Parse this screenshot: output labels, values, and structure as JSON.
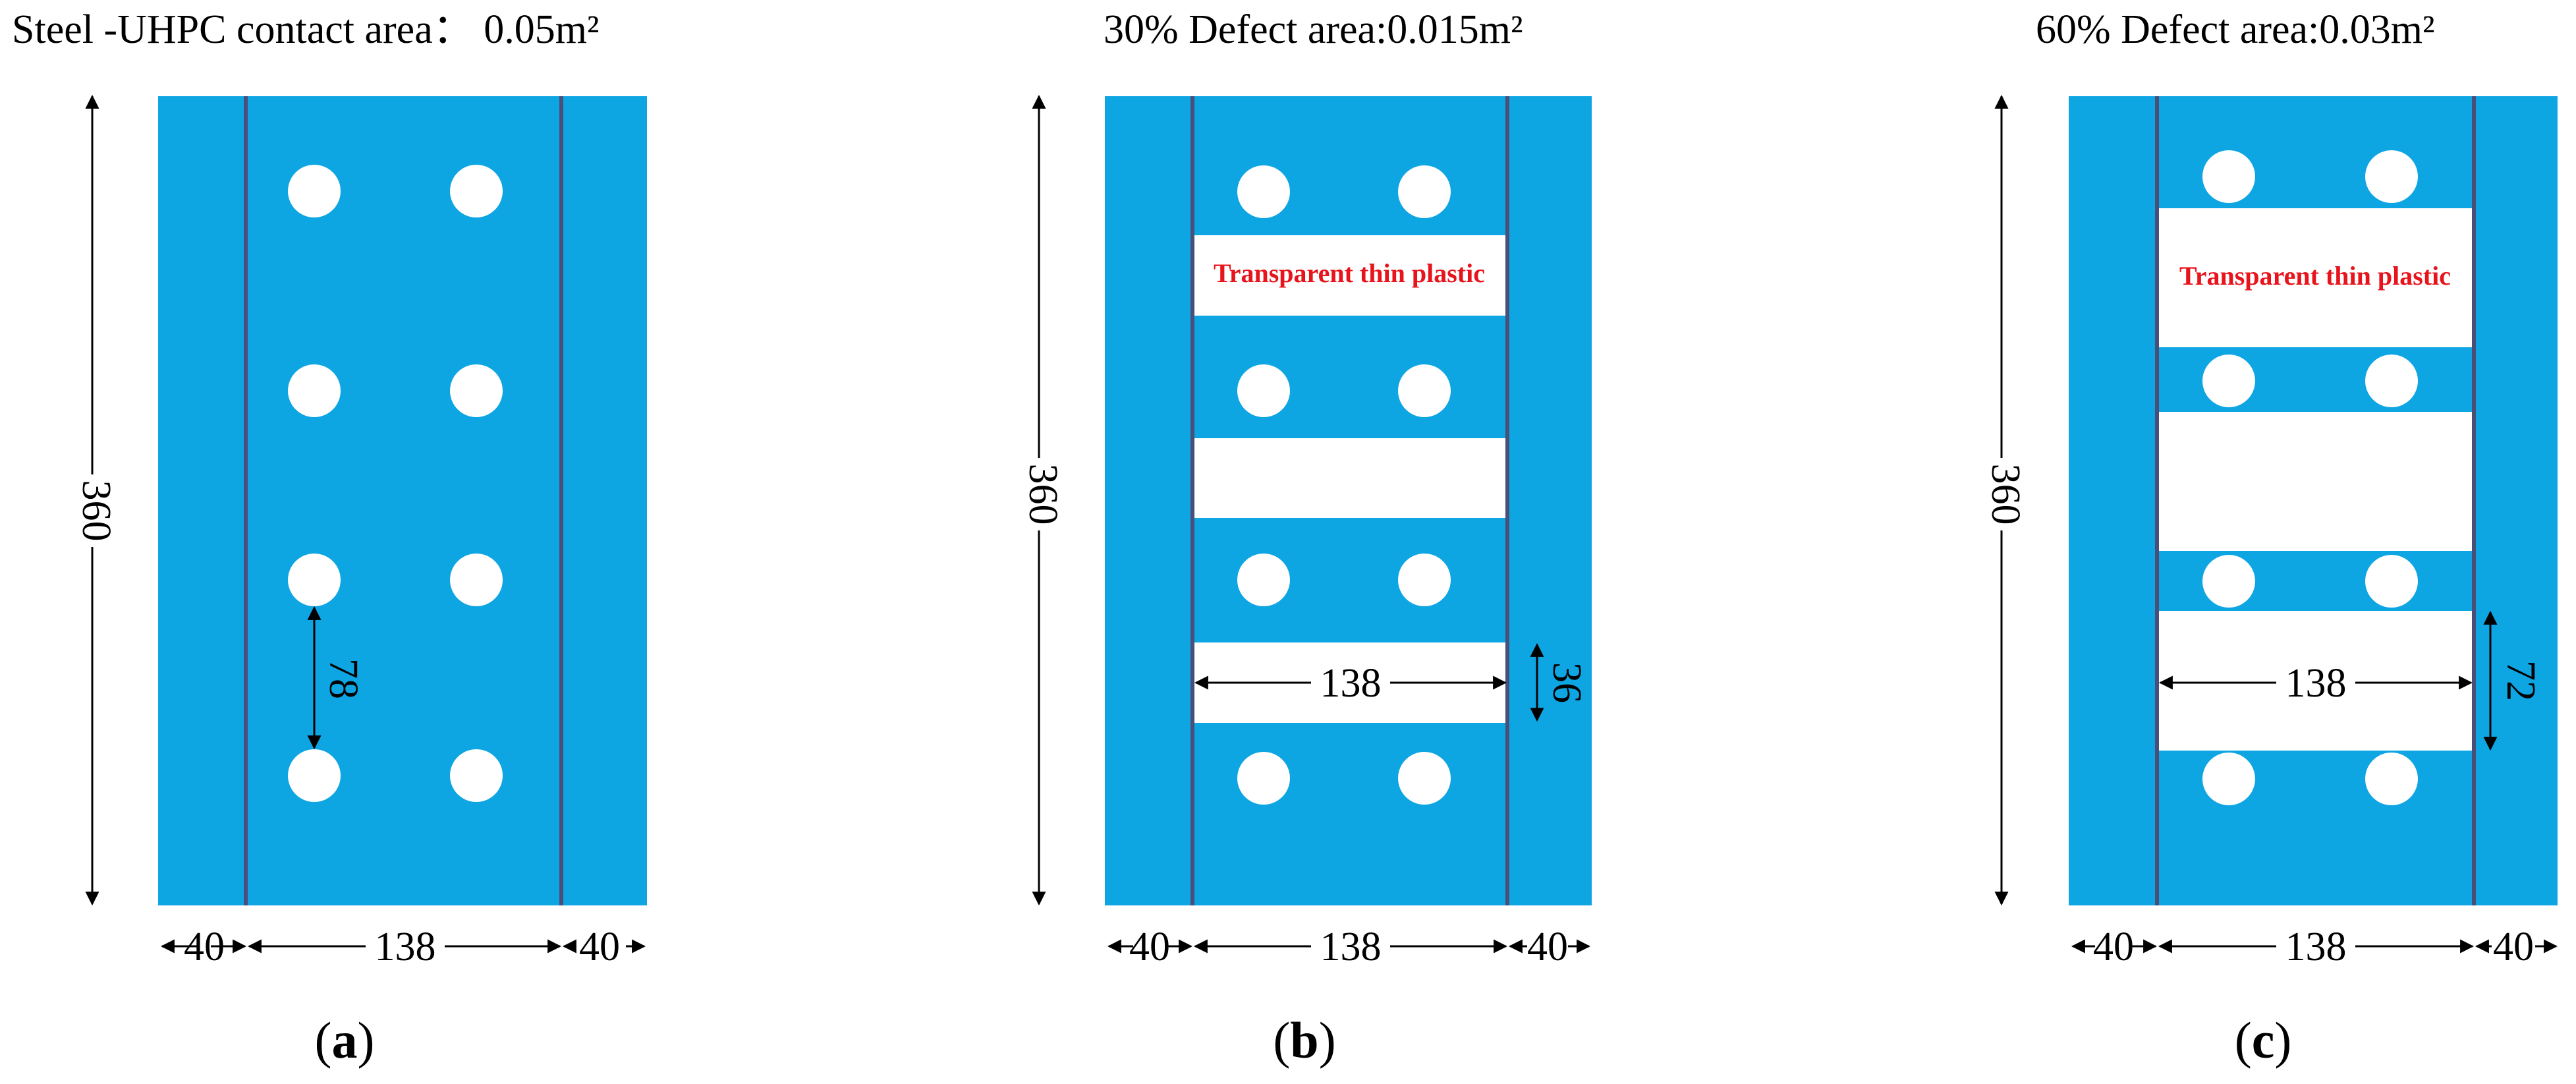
{
  "panels": [
    {
      "title": "Steel -UHPC contact area： 0.05m²",
      "caption_open": "(",
      "caption_letter": "a",
      "caption_close": ")",
      "height_label": "360",
      "bottom_labels": {
        "left": "40",
        "middle": "138",
        "right": "40"
      },
      "spacing_label": "78",
      "defect_width_label": "",
      "defect_height_label": "",
      "plastic_label": ""
    },
    {
      "title": "30% Defect area:0.015m²",
      "caption_open": "(",
      "caption_letter": "b",
      "caption_close": ")",
      "height_label": "360",
      "bottom_labels": {
        "left": "40",
        "middle": "138",
        "right": "40"
      },
      "spacing_label": "",
      "defect_width_label": "138",
      "defect_height_label": "36",
      "plastic_label": "Transparent thin plastic"
    },
    {
      "title": "60% Defect area:0.03m²",
      "caption_open": "(",
      "caption_letter": "c",
      "caption_close": ")",
      "height_label": "360",
      "bottom_labels": {
        "left": "40",
        "middle": "138",
        "right": "40"
      },
      "spacing_label": "",
      "defect_width_label": "138",
      "defect_height_label": "72",
      "plastic_label": "Transparent thin plastic"
    }
  ],
  "colors": {
    "steel_blue": "#0ea5e3",
    "flange_line": "#4a4f7a",
    "hole": "#ffffff",
    "plastic_text": "#e8141c"
  }
}
